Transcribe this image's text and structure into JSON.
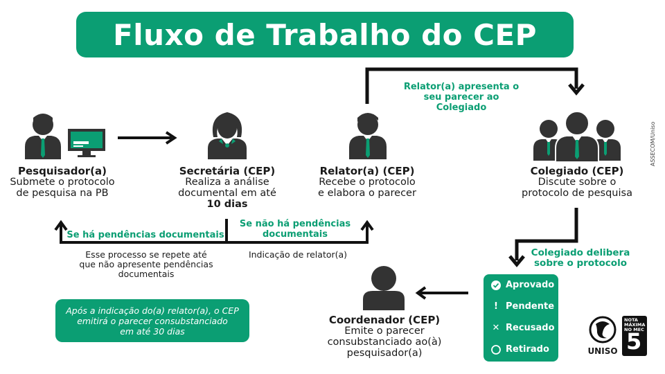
{
  "title": "Fluxo de Trabalho do CEP",
  "roles": {
    "pesquisador": {
      "name": "Pesquisador(a)",
      "desc1": "Submete o protocolo",
      "desc2": "de pesquisa na PB"
    },
    "secretaria": {
      "name": "Secretária (CEP)",
      "desc1": "Realiza a análise",
      "desc2": "documental em até",
      "desc3": "10 dias"
    },
    "relator": {
      "name": "Relator(a) (CEP)",
      "desc1": "Recebe o protocolo",
      "desc2": "e elabora o parecer"
    },
    "colegiado": {
      "name": "Colegiado (CEP)",
      "desc1": "Discute sobre o",
      "desc2": "protocolo de pesquisa"
    },
    "coordenador": {
      "name": "Coordenador (CEP)",
      "desc1": "Emite o parecer",
      "desc2": "consubstanciado ao(à)",
      "desc3": "pesquisador(a)"
    }
  },
  "labels": {
    "relator_apresenta1": "Relator(a) apresenta o",
    "relator_apresenta2": "seu parecer ao",
    "relator_apresenta3": "Colegiado",
    "pendencias": "Se há pendências documentais",
    "sem_pendencias1": "Se não há pendências",
    "sem_pendencias2": "documentais",
    "repete1": "Esse processo se repete até",
    "repete2": "que não apresente pendências",
    "repete3": "documentais",
    "indicacao": "Indicação de relator(a)",
    "delibera1": "Colegiado delibera",
    "delibera2": "sobre o protocolo"
  },
  "info_box": {
    "line1": "Após a indicação do(a) relator(a), o CEP",
    "line2": "emitirá o parecer consubstanciado",
    "line3": "em até 30 dias"
  },
  "statuses": [
    {
      "label": "Aprovado",
      "icon": "check-circle-icon"
    },
    {
      "label": "Pendente",
      "icon": "exclamation-icon"
    },
    {
      "label": "Recusado",
      "icon": "x-icon"
    },
    {
      "label": "Retirado",
      "icon": "circle-icon"
    }
  ],
  "credit": "ASSECOM/Uniso",
  "logos": {
    "uniso": "UNISO",
    "nota1": "NOTA",
    "nota2": "MÁXIMA",
    "nota3": "NO MEC",
    "nota_num": "5"
  },
  "colors": {
    "brand_green": "#0b9e73",
    "dark": "#333333",
    "screen_green": "#0b9e73"
  }
}
